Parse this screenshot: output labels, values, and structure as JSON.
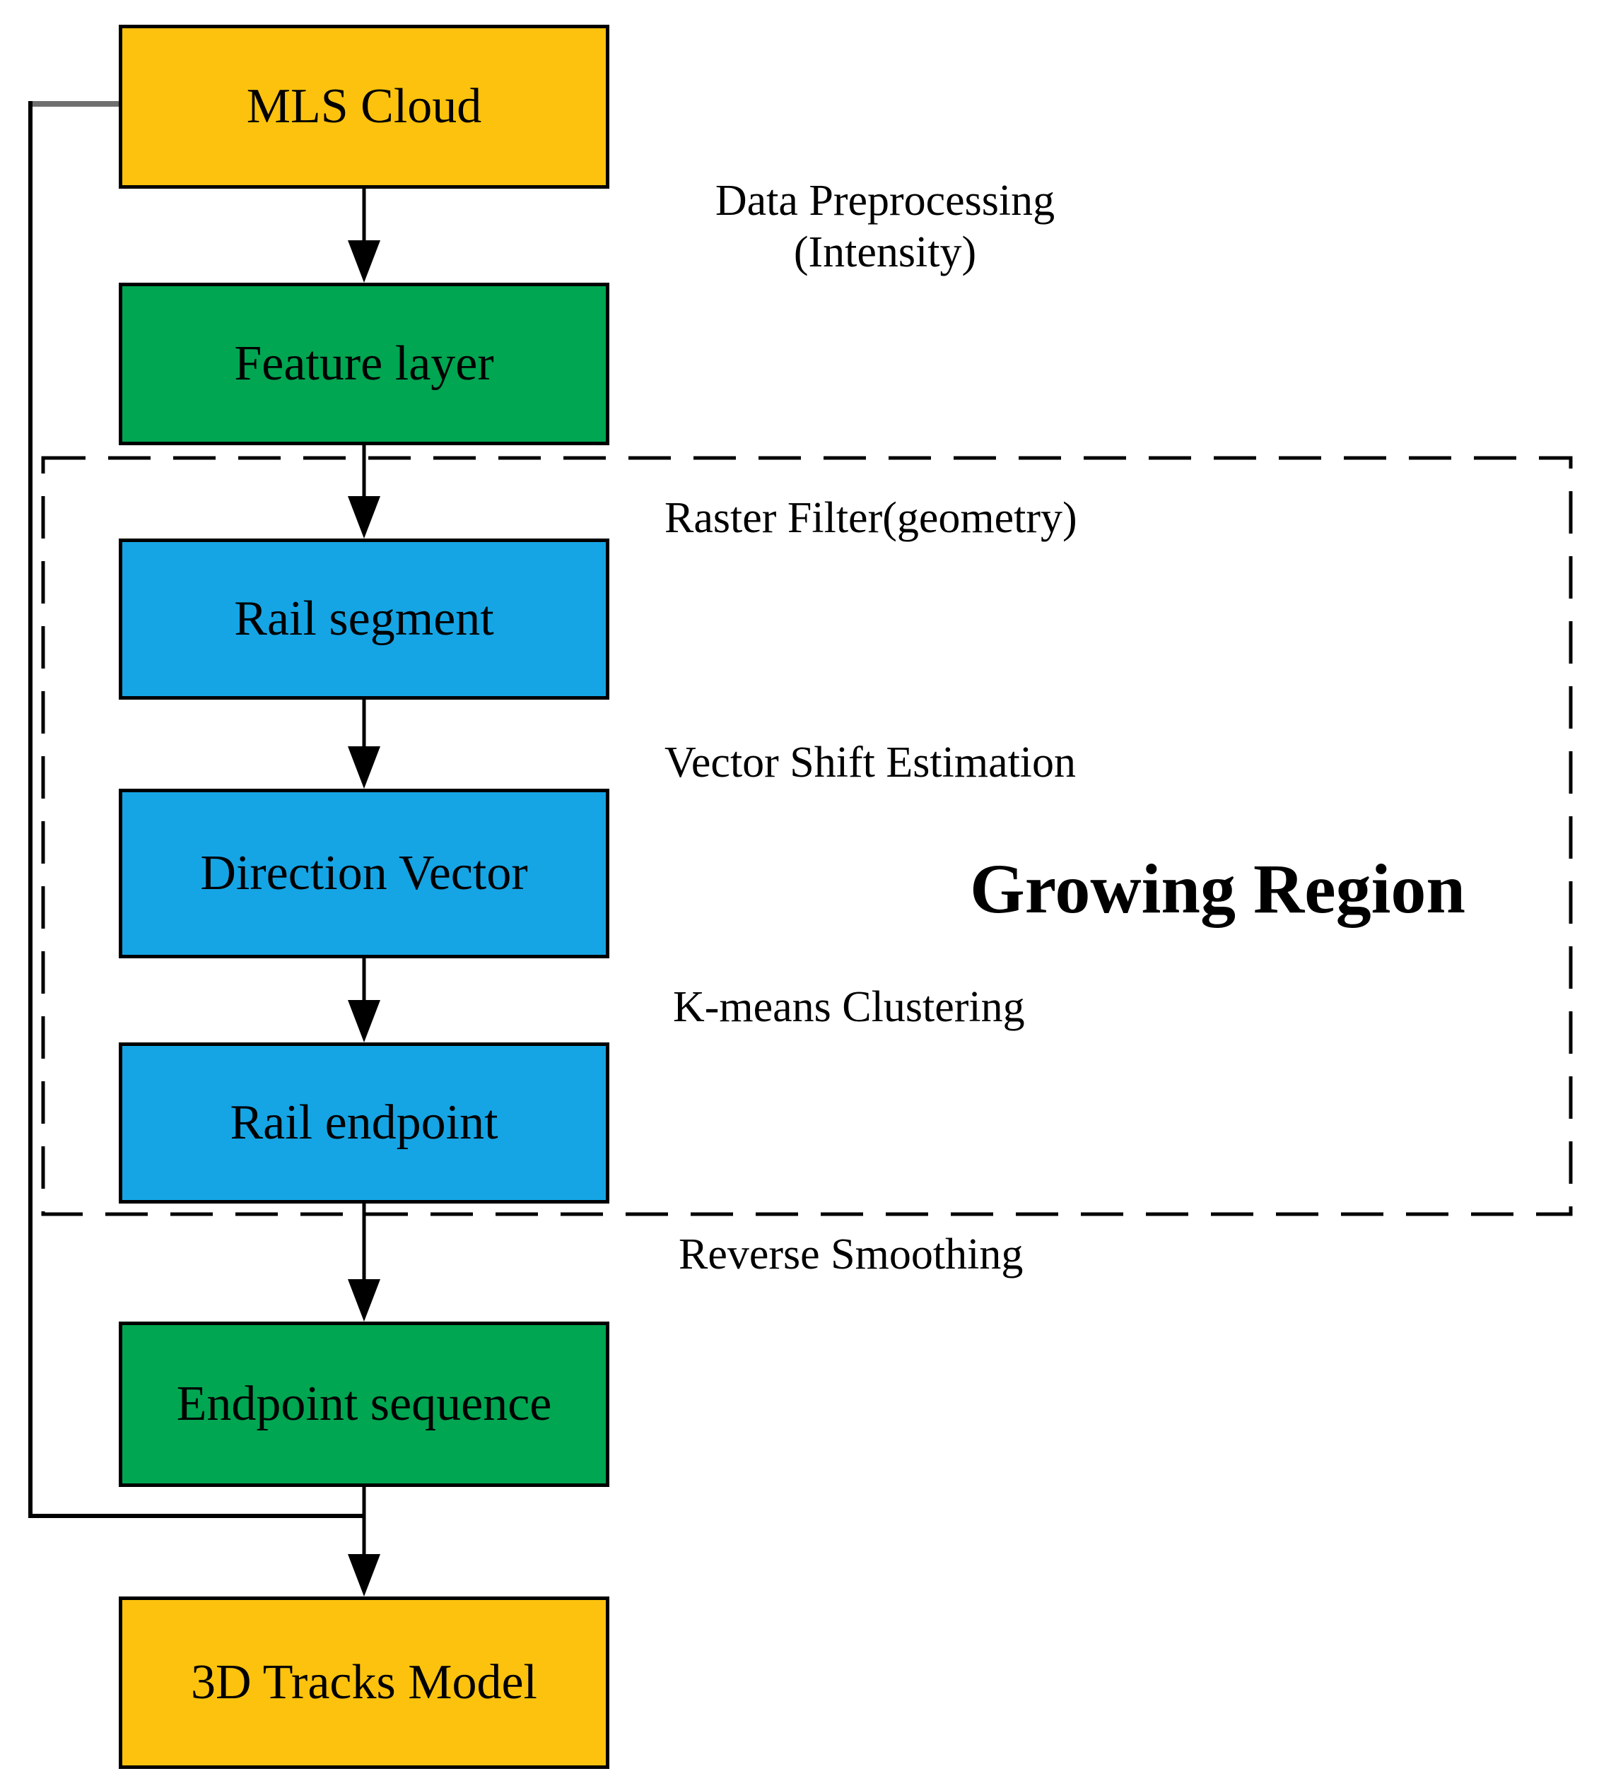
{
  "nodes": [
    {
      "label": "MLS Cloud",
      "fill": "#FCC20E"
    },
    {
      "label": "Feature layer",
      "fill": "#00A651"
    },
    {
      "label": "Rail segment",
      "fill": "#15A5E5"
    },
    {
      "label": "Direction Vector",
      "fill": "#15A5E5"
    },
    {
      "label": "Rail endpoint",
      "fill": "#15A5E5"
    },
    {
      "label": "Endpoint sequence",
      "fill": "#00A651"
    },
    {
      "label": "3D Tracks Model",
      "fill": "#FCC20E"
    }
  ],
  "annotations": {
    "data_preprocessing_line1": "Data Preprocessing",
    "data_preprocessing_line2": "(Intensity)",
    "raster_filter": "Raster Filter(geometry)",
    "vector_shift": "Vector Shift Estimation",
    "kmeans": "K-means Clustering",
    "reverse_smoothing": "Reverse Smoothing"
  },
  "region": {
    "title": "Growing Region"
  },
  "colors": {
    "node_border": "#000000",
    "connector": "#000000",
    "region_border": "#000000",
    "feedback_line": "#000000",
    "feedback_stub": "#6F6F6F",
    "source_sink_fill": "#FCC20E",
    "sequence_fill": "#00A651",
    "process_fill": "#15A5E5"
  }
}
